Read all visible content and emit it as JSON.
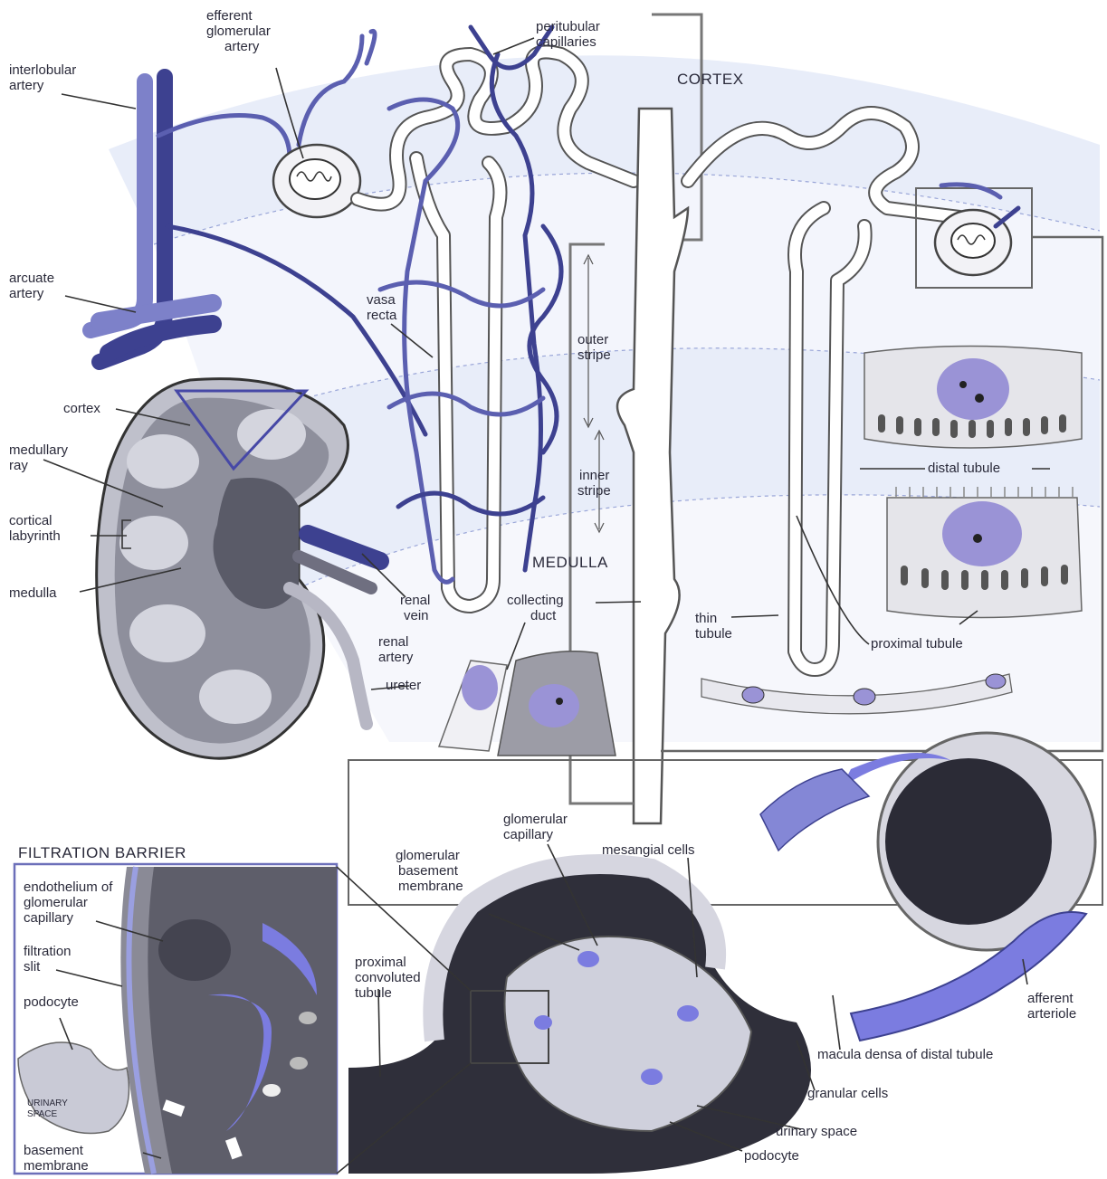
{
  "labels": {
    "efferent_glomerular_artery": [
      "efferent",
      "glomerular",
      "artery"
    ],
    "peritubular_capillaries": [
      "peritubular",
      "capillaries"
    ],
    "interlobular_artery": [
      "interlobular",
      "artery"
    ],
    "cortex_region": "CORTEX",
    "arcuate_artery": [
      "arcuate",
      "artery"
    ],
    "vasa_recta": [
      "vasa",
      "recta"
    ],
    "outer_stripe": [
      "outer",
      "stripe"
    ],
    "inner_stripe": [
      "inner",
      "stripe"
    ],
    "medulla_region": "MEDULLA",
    "collecting_duct": [
      "collecting",
      "duct"
    ],
    "kidney_cortex": "cortex",
    "medullary_ray": [
      "medullary",
      "ray"
    ],
    "cortical_labyrinth": [
      "cortical",
      "labyrinth"
    ],
    "kidney_medulla": "medulla",
    "renal_vein": [
      "renal",
      "vein"
    ],
    "renal_artery": [
      "renal",
      "artery"
    ],
    "ureter": "ureter",
    "distal_tubule": "distal tubule",
    "thin_tubule": [
      "thin",
      "tubule"
    ],
    "proximal_tubule": "proximal tubule",
    "filtration_barrier_title": "FILTRATION BARRIER",
    "endothelium": [
      "endothelium of",
      "glomerular",
      "capillary"
    ],
    "filtration_slit": [
      "filtration",
      "slit"
    ],
    "podocyte_barrier": "podocyte",
    "urinary_space_barrier": [
      "URINARY",
      "SPACE"
    ],
    "basement_membrane": [
      "basement",
      "membrane"
    ],
    "glomerular_capillary": [
      "glomerular",
      "capillary"
    ],
    "glomerular_basement_membrane": [
      "glomerular",
      "basement",
      "membrane"
    ],
    "mesangial_cells": "mesangial cells",
    "proximal_convoluted_tubule": [
      "proximal",
      "convoluted",
      "tubule"
    ],
    "afferent_arteriole": [
      "afferent",
      "arteriole"
    ],
    "macula_densa": "macula densa of distal tubule",
    "granular_cells": "granular cells",
    "urinary_space": "urinary space",
    "podocyte_corpuscle": "podocyte"
  },
  "colors": {
    "artery": "#5b5fb0",
    "vein": "#3d4190",
    "cortex_band": "#e6ecf8",
    "medulla_band": "#edf1fa",
    "nucleus": "#9a93d6",
    "cell_gray": "#d9d9de",
    "dark_gray": "#555560"
  }
}
